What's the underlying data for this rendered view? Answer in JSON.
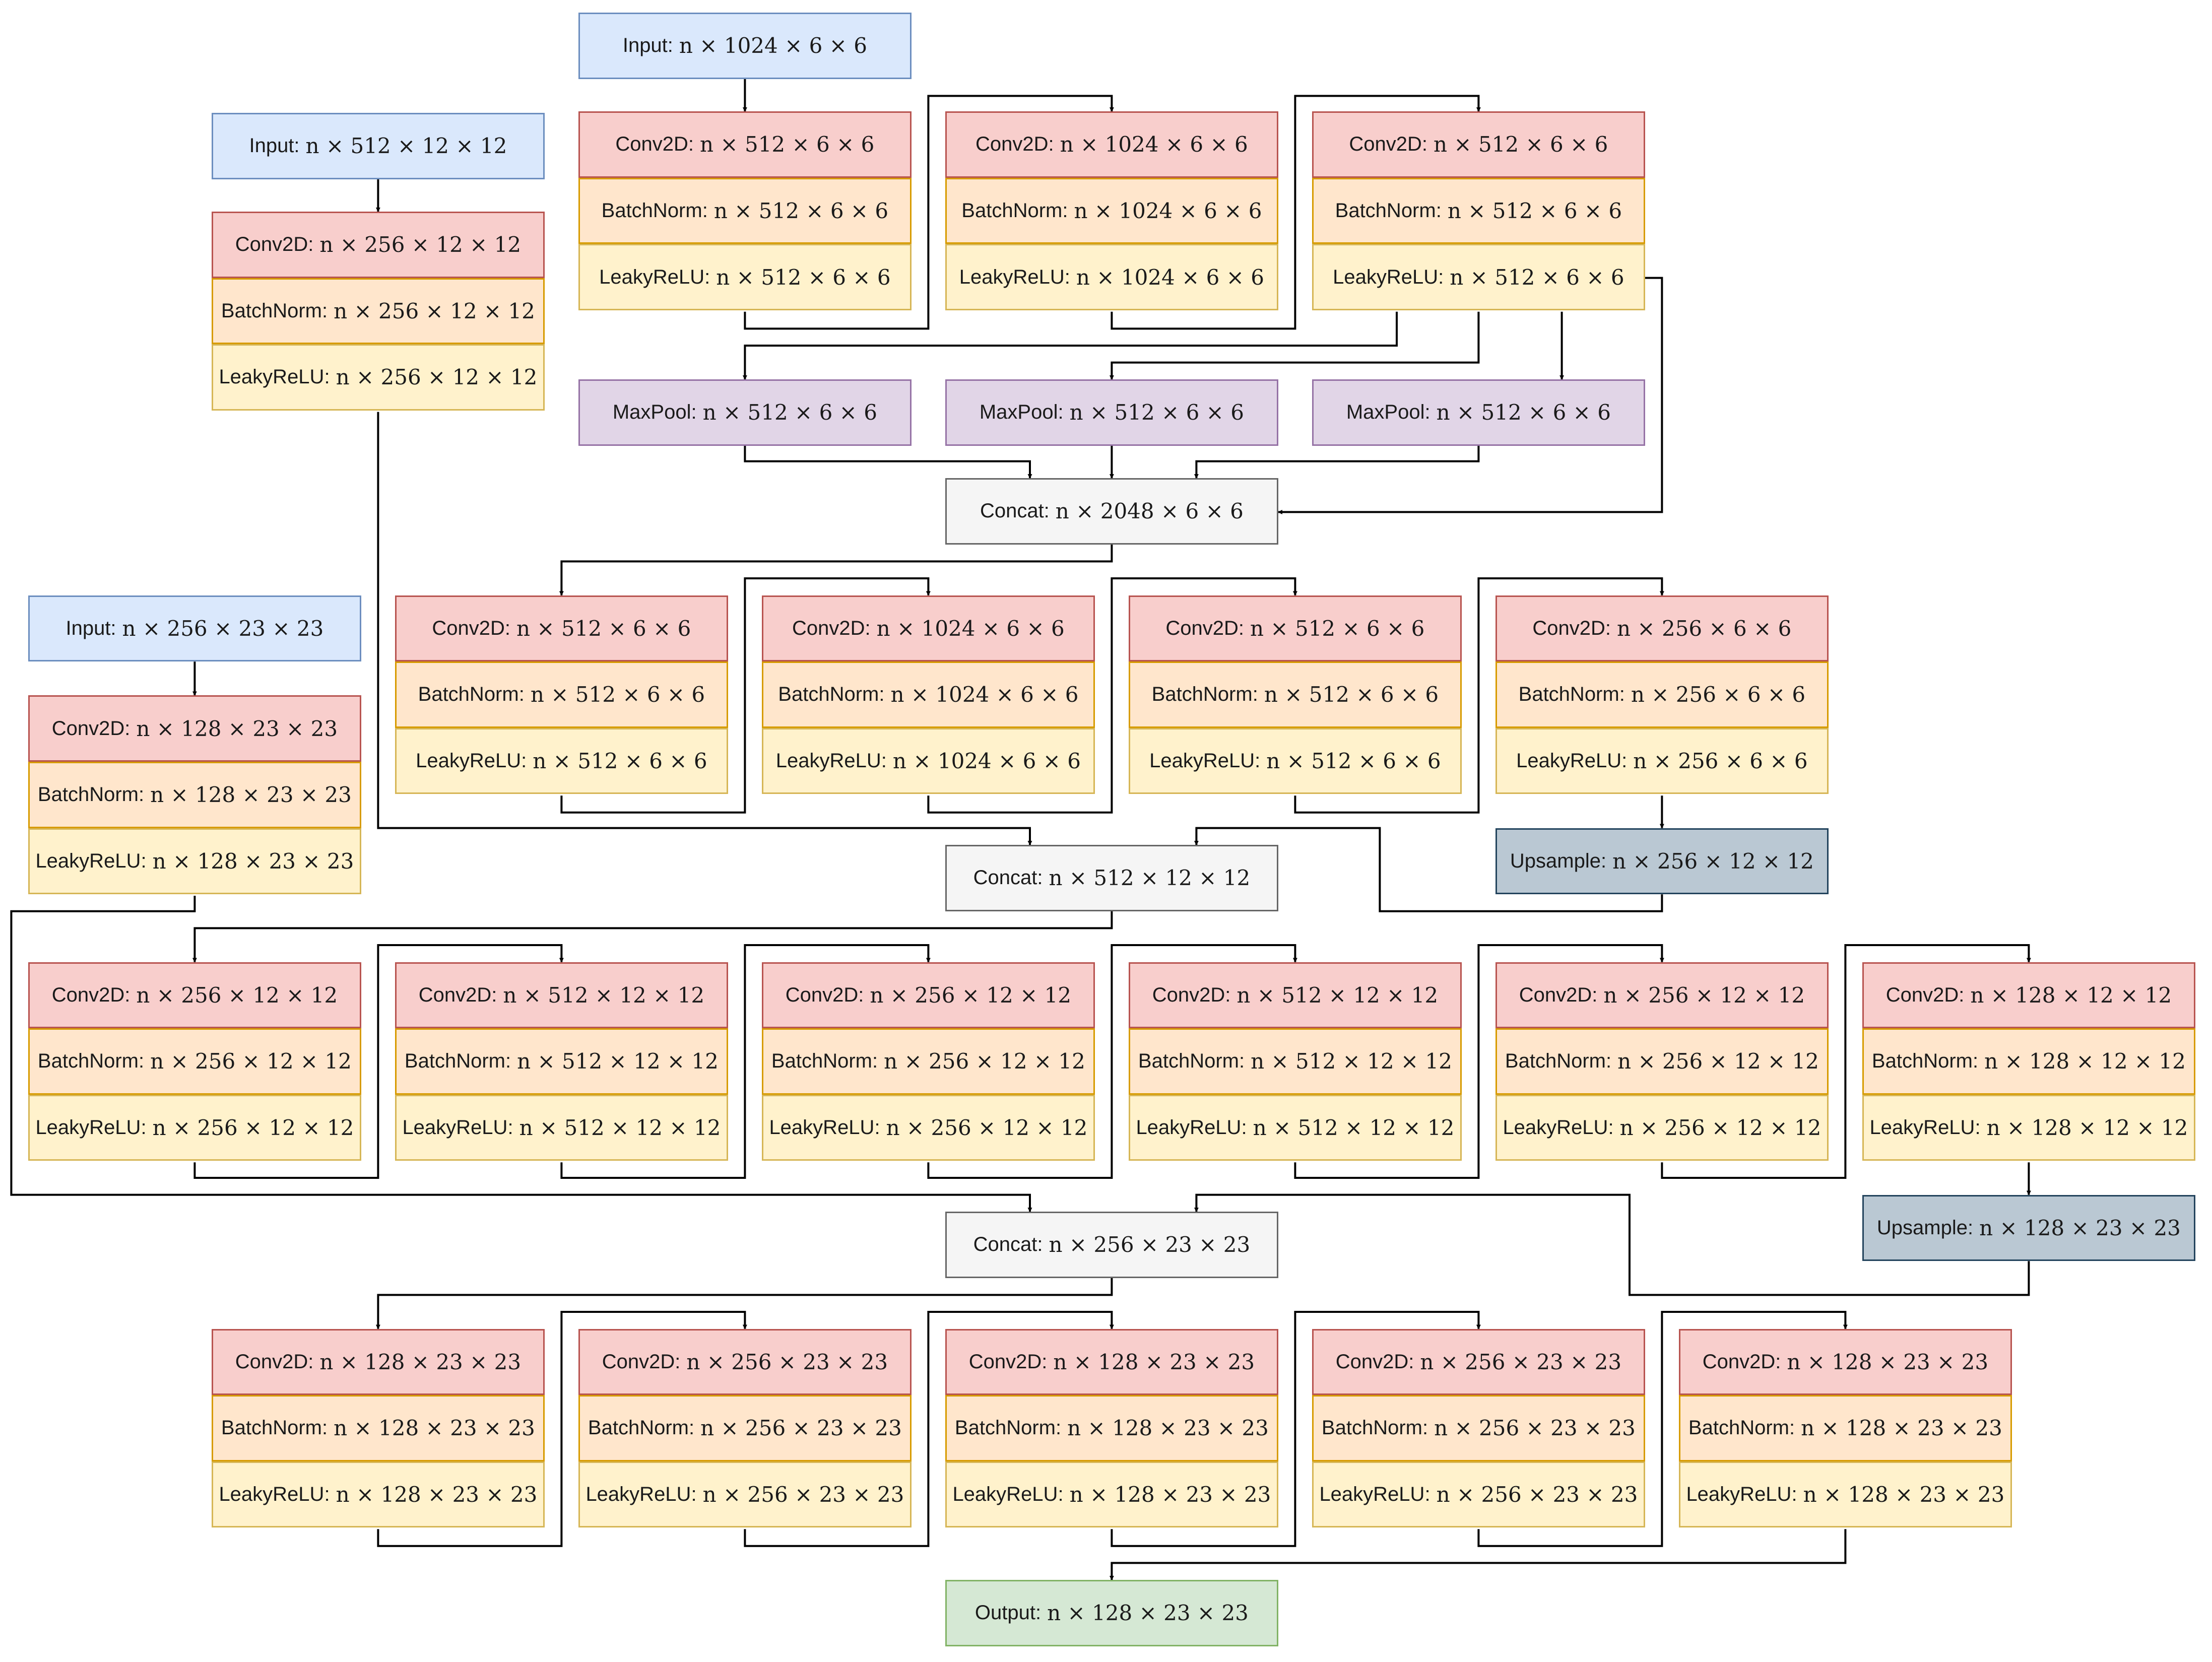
{
  "colors": {
    "input": "#dae8fc",
    "conv": "#f8cecc",
    "batchnorm": "#ffe6cc",
    "leakyrelu": "#fff2cc",
    "maxpool": "#e1d5e7",
    "concat": "#f5f5f5",
    "upsample": "#bac8d3",
    "output": "#d5e8d4",
    "edge": "#000000"
  },
  "inputs": {
    "in1024": {
      "label": "Input:",
      "dim": "n × 1024 × 6 × 6"
    },
    "in512": {
      "label": "Input:",
      "dim": "n × 512 × 12 × 12"
    },
    "in256": {
      "label": "Input:",
      "dim": "n × 256 × 23 × 23"
    }
  },
  "blocks": {
    "enc12": [
      {
        "label": "Conv2D:",
        "dim": "n × 256 × 12 × 12"
      },
      {
        "label": "BatchNorm:",
        "dim": "n × 256 × 12 × 12"
      },
      {
        "label": "LeakyReLU:",
        "dim": "n × 256 × 12 × 12"
      }
    ],
    "enc23": [
      {
        "label": "Conv2D:",
        "dim": "n × 128 × 23 × 23"
      },
      {
        "label": "BatchNorm:",
        "dim": "n × 128 × 23 × 23"
      },
      {
        "label": "LeakyReLU:",
        "dim": "n × 128 × 23 × 23"
      }
    ],
    "s1a": [
      {
        "label": "Conv2D:",
        "dim": "n × 512 × 6 × 6"
      },
      {
        "label": "BatchNorm:",
        "dim": "n × 512 × 6 × 6"
      },
      {
        "label": "LeakyReLU:",
        "dim": "n × 512 × 6 × 6"
      }
    ],
    "s1b": [
      {
        "label": "Conv2D:",
        "dim": "n × 1024 × 6 × 6"
      },
      {
        "label": "BatchNorm:",
        "dim": "n × 1024 × 6 × 6"
      },
      {
        "label": "LeakyReLU:",
        "dim": "n × 1024 × 6 × 6"
      }
    ],
    "s1c": [
      {
        "label": "Conv2D:",
        "dim": "n × 512 × 6 × 6"
      },
      {
        "label": "BatchNorm:",
        "dim": "n × 512 × 6 × 6"
      },
      {
        "label": "LeakyReLU:",
        "dim": "n × 512 × 6 × 6"
      }
    ],
    "s2a": [
      {
        "label": "Conv2D:",
        "dim": "n × 512 × 6 × 6"
      },
      {
        "label": "BatchNorm:",
        "dim": "n × 512 × 6 × 6"
      },
      {
        "label": "LeakyReLU:",
        "dim": "n × 512 × 6 × 6"
      }
    ],
    "s2b": [
      {
        "label": "Conv2D:",
        "dim": "n × 1024 × 6 × 6"
      },
      {
        "label": "BatchNorm:",
        "dim": "n × 1024 × 6 × 6"
      },
      {
        "label": "LeakyReLU:",
        "dim": "n × 1024 × 6 × 6"
      }
    ],
    "s2c": [
      {
        "label": "Conv2D:",
        "dim": "n × 512 × 6 × 6"
      },
      {
        "label": "BatchNorm:",
        "dim": "n × 512 × 6 × 6"
      },
      {
        "label": "LeakyReLU:",
        "dim": "n × 512 × 6 × 6"
      }
    ],
    "s2d": [
      {
        "label": "Conv2D:",
        "dim": "n × 256 × 6 × 6"
      },
      {
        "label": "BatchNorm:",
        "dim": "n × 256 × 6 × 6"
      },
      {
        "label": "LeakyReLU:",
        "dim": "n × 256 × 6 × 6"
      }
    ],
    "s3a": [
      {
        "label": "Conv2D:",
        "dim": "n × 256 × 12 × 12"
      },
      {
        "label": "BatchNorm:",
        "dim": "n × 256 × 12 × 12"
      },
      {
        "label": "LeakyReLU:",
        "dim": "n × 256 × 12 × 12"
      }
    ],
    "s3b": [
      {
        "label": "Conv2D:",
        "dim": "n × 512 × 12 × 12"
      },
      {
        "label": "BatchNorm:",
        "dim": "n × 512 × 12 × 12"
      },
      {
        "label": "LeakyReLU:",
        "dim": "n × 512 × 12 × 12"
      }
    ],
    "s3c": [
      {
        "label": "Conv2D:",
        "dim": "n × 256 × 12 × 12"
      },
      {
        "label": "BatchNorm:",
        "dim": "n × 256 × 12 × 12"
      },
      {
        "label": "LeakyReLU:",
        "dim": "n × 256 × 12 × 12"
      }
    ],
    "s3d": [
      {
        "label": "Conv2D:",
        "dim": "n × 512 × 12 × 12"
      },
      {
        "label": "BatchNorm:",
        "dim": "n × 512 × 12 × 12"
      },
      {
        "label": "LeakyReLU:",
        "dim": "n × 512 × 12 × 12"
      }
    ],
    "s3e": [
      {
        "label": "Conv2D:",
        "dim": "n × 256 × 12 × 12"
      },
      {
        "label": "BatchNorm:",
        "dim": "n × 256 × 12 × 12"
      },
      {
        "label": "LeakyReLU:",
        "dim": "n × 256 × 12 × 12"
      }
    ],
    "s3f": [
      {
        "label": "Conv2D:",
        "dim": "n × 128 × 12 × 12"
      },
      {
        "label": "BatchNorm:",
        "dim": "n × 128 × 12 × 12"
      },
      {
        "label": "LeakyReLU:",
        "dim": "n × 128 × 12 × 12"
      }
    ],
    "s4a": [
      {
        "label": "Conv2D:",
        "dim": "n × 128 × 23 × 23"
      },
      {
        "label": "BatchNorm:",
        "dim": "n × 128 × 23 × 23"
      },
      {
        "label": "LeakyReLU:",
        "dim": "n × 128 × 23 × 23"
      }
    ],
    "s4b": [
      {
        "label": "Conv2D:",
        "dim": "n × 256 × 23 × 23"
      },
      {
        "label": "BatchNorm:",
        "dim": "n × 256 × 23 × 23"
      },
      {
        "label": "LeakyReLU:",
        "dim": "n × 256 × 23 × 23"
      }
    ],
    "s4c": [
      {
        "label": "Conv2D:",
        "dim": "n × 128 × 23 × 23"
      },
      {
        "label": "BatchNorm:",
        "dim": "n × 128 × 23 × 23"
      },
      {
        "label": "LeakyReLU:",
        "dim": "n × 128 × 23 × 23"
      }
    ],
    "s4d": [
      {
        "label": "Conv2D:",
        "dim": "n × 256 × 23 × 23"
      },
      {
        "label": "BatchNorm:",
        "dim": "n × 256 × 23 × 23"
      },
      {
        "label": "LeakyReLU:",
        "dim": "n × 256 × 23 × 23"
      }
    ],
    "s4e": [
      {
        "label": "Conv2D:",
        "dim": "n × 128 × 23 × 23"
      },
      {
        "label": "BatchNorm:",
        "dim": "n × 128 × 23 × 23"
      },
      {
        "label": "LeakyReLU:",
        "dim": "n × 128 × 23 × 23"
      }
    ]
  },
  "maxpools": [
    {
      "label": "MaxPool:",
      "dim": "n × 512 × 6 × 6"
    },
    {
      "label": "MaxPool:",
      "dim": "n × 512 × 6 × 6"
    },
    {
      "label": "MaxPool:",
      "dim": "n × 512 × 6 × 6"
    }
  ],
  "concats": {
    "c2048": {
      "label": "Concat:",
      "dim": "n × 2048 × 6 × 6"
    },
    "c512": {
      "label": "Concat:",
      "dim": "n × 512 × 12 × 12"
    },
    "c256": {
      "label": "Concat:",
      "dim": "n × 256 × 23 × 23"
    }
  },
  "upsamples": {
    "up12": {
      "label": "Upsample:",
      "dim": "n × 256 × 12 × 12"
    },
    "up23": {
      "label": "Upsample:",
      "dim": "n × 128 × 23 × 23"
    }
  },
  "output": {
    "label": "Output:",
    "dim": "n × 128 × 23 × 23"
  }
}
